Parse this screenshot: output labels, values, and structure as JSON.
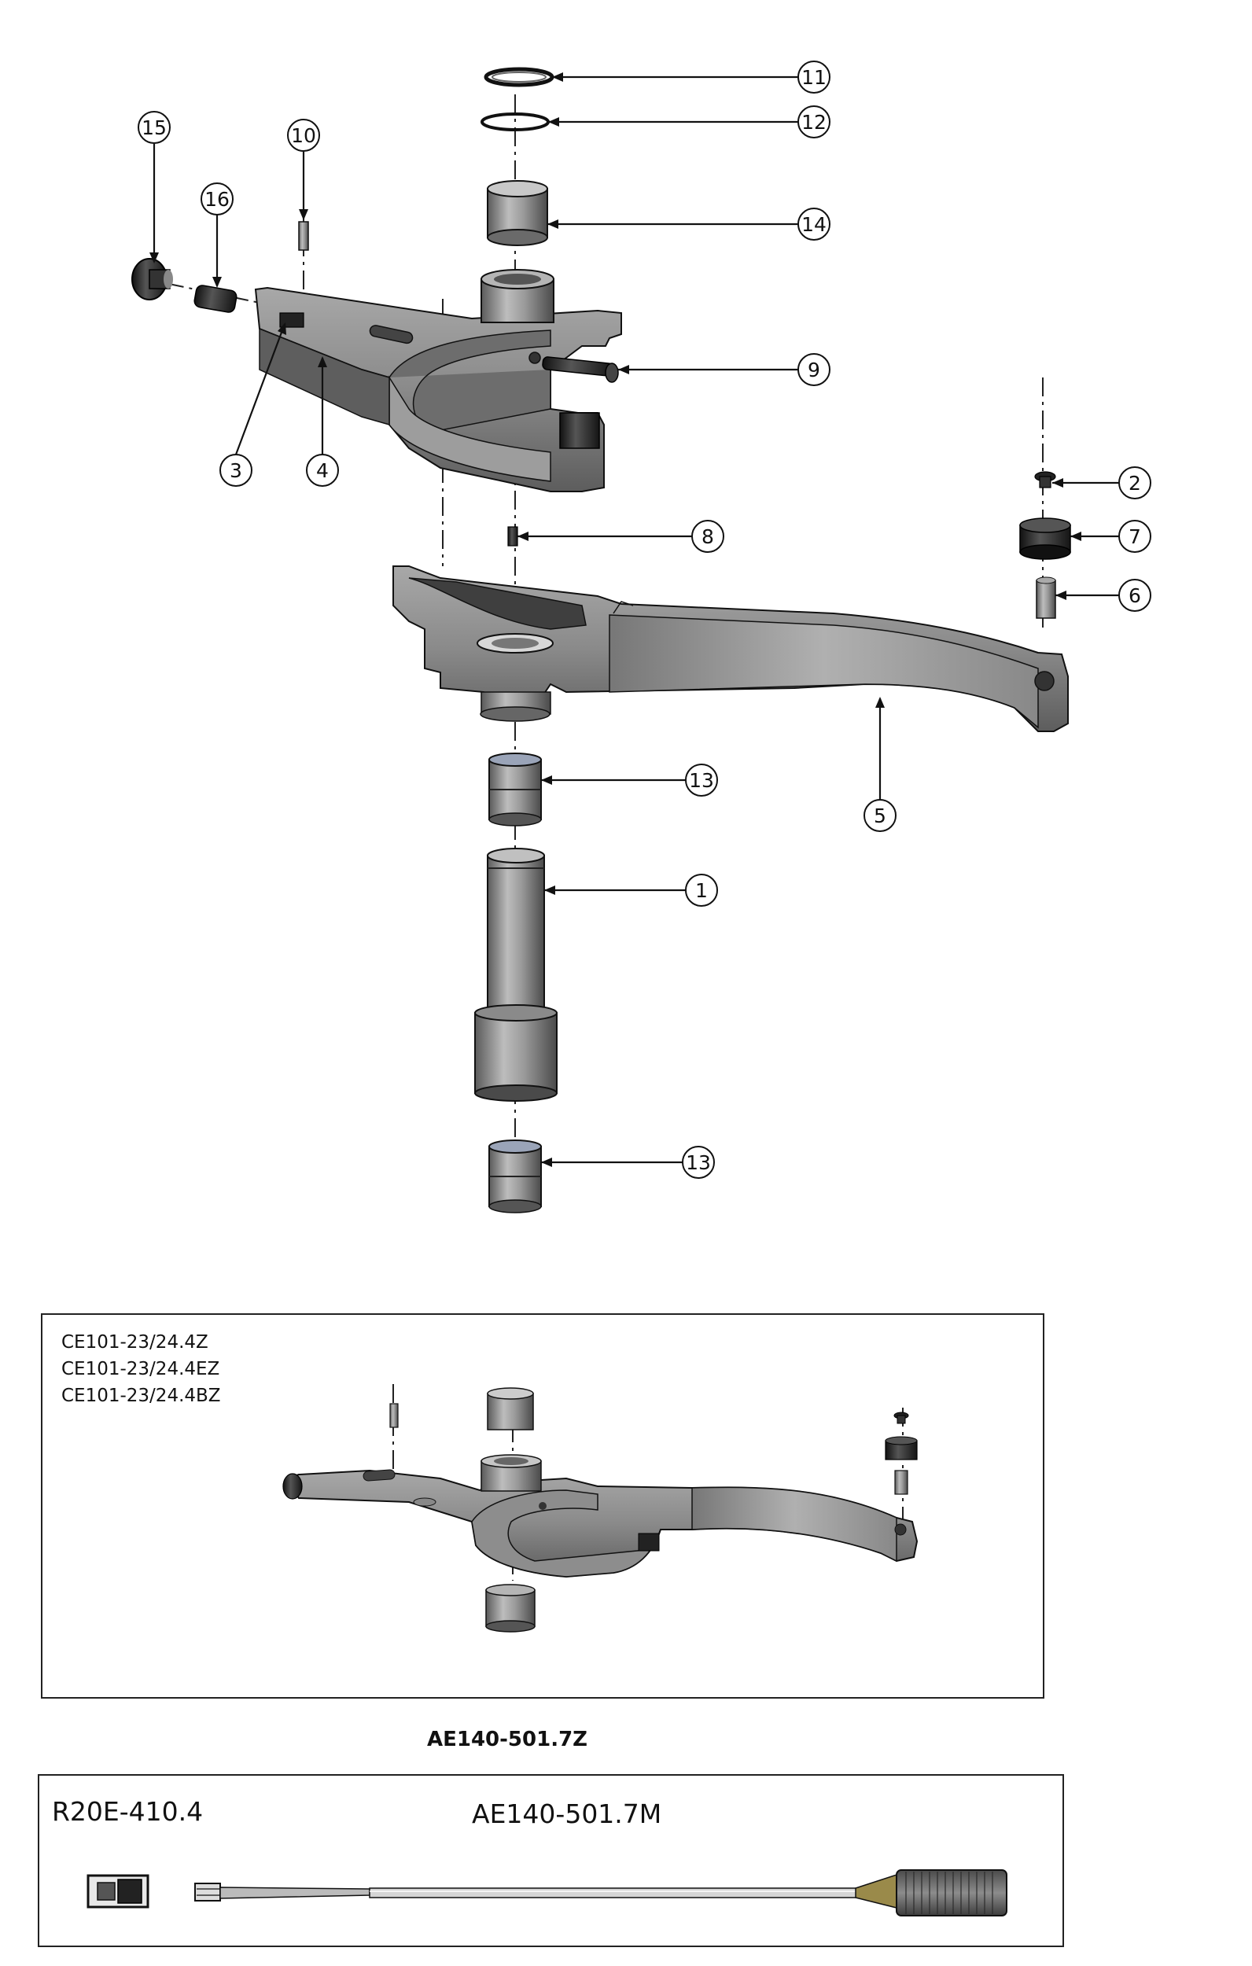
{
  "callouts": [
    {
      "id": "c11",
      "label": "11"
    },
    {
      "id": "c12",
      "label": "12"
    },
    {
      "id": "c14",
      "label": "14"
    },
    {
      "id": "c15",
      "label": "15"
    },
    {
      "id": "c10",
      "label": "10"
    },
    {
      "id": "c16",
      "label": "16"
    },
    {
      "id": "c9",
      "label": "9"
    },
    {
      "id": "c3",
      "label": "3"
    },
    {
      "id": "c4",
      "label": "4"
    },
    {
      "id": "c2",
      "label": "2"
    },
    {
      "id": "c7",
      "label": "7"
    },
    {
      "id": "c6",
      "label": "6"
    },
    {
      "id": "c8",
      "label": "8"
    },
    {
      "id": "c13a",
      "label": "13"
    },
    {
      "id": "c5",
      "label": "5"
    },
    {
      "id": "c1",
      "label": "1"
    },
    {
      "id": "c13b",
      "label": "13"
    }
  ],
  "variants": {
    "items": [
      "CE101-23/24.4Z",
      "CE101-23/24.4EZ",
      "CE101-23/24.4BZ"
    ]
  },
  "sensor": {
    "heading": "AE140-501.7Z",
    "connector_code": "R20E-410.4",
    "sensor_code": "AE140-501.7M"
  }
}
